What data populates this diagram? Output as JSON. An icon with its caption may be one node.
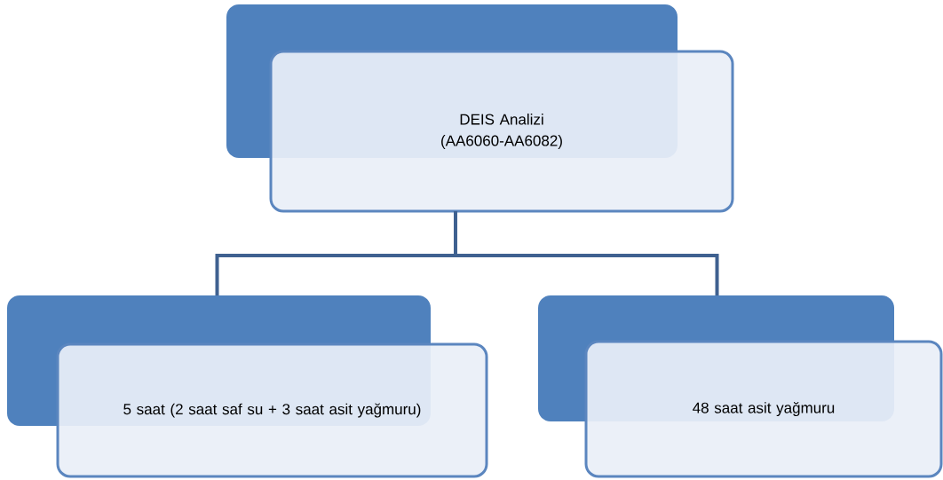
{
  "diagram": {
    "nodes": [
      {
        "text": [
          "DEIS Analizi (AA6060-AA6082)"
        ]
      },
      {
        "text": [
          "5 saat (2 saat saf su + 3 saat asit yağmuru)"
        ]
      },
      {
        "text": [
          "48 saat asit yağmuru"
        ]
      }
    ],
    "edges": [
      {
        "from": 0,
        "to": 1,
        "arrow": "none"
      },
      {
        "from": 0,
        "to": 2,
        "arrow": "none"
      }
    ]
  }
}
